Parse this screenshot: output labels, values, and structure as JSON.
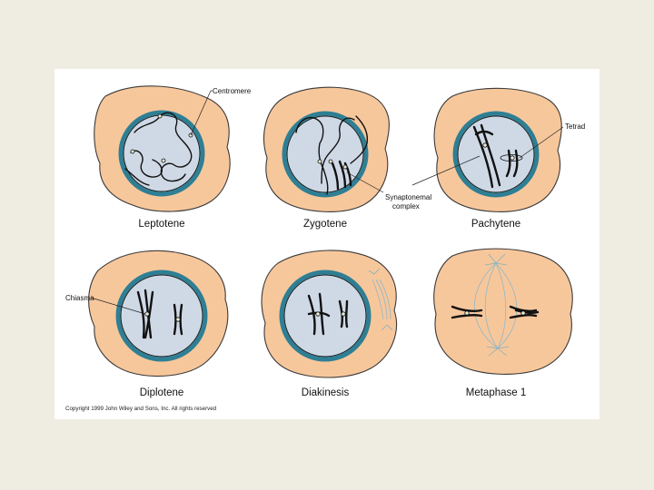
{
  "stages": {
    "leptotene": "Leptotene",
    "zygotene": "Zygotene",
    "pachytene": "Pachytene",
    "diplotene": "Diplotene",
    "diakinesis": "Diakinesis",
    "metaphase": "Metaphase 1"
  },
  "callouts": {
    "centromere": "Centromere",
    "synaptonemal_line1": "Synaptonemal",
    "synaptonemal_line2": "complex",
    "tetrad": "Tetrad",
    "chiasma": "Chiasma"
  },
  "copyright": "Copyright 1999 John Wiley and Sons, Inc. All rights reserved",
  "colors": {
    "cytoplasm": "#f7c79c",
    "nucleus": "#cfd9e6",
    "nuclear_envelope": "#2f7f94",
    "chromosome": "#111111"
  }
}
